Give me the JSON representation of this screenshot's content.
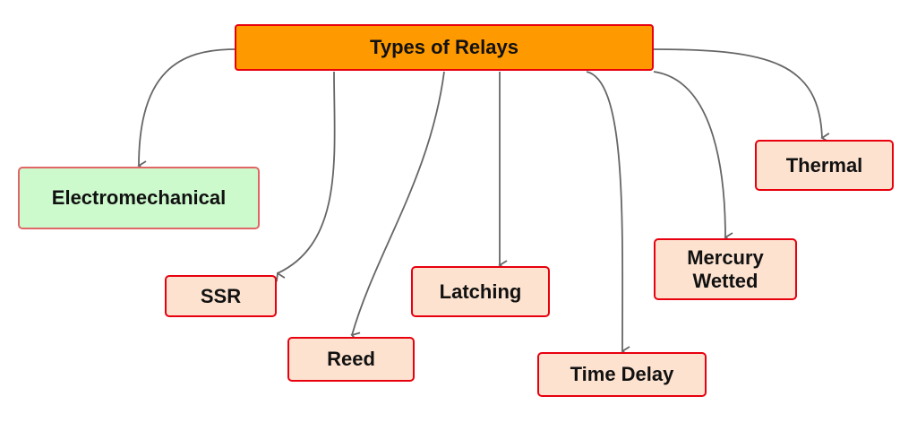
{
  "root": {
    "label": "Types of Relays"
  },
  "nodes": [
    {
      "id": "electromechanical",
      "label": "Electromechanical"
    },
    {
      "id": "ssr",
      "label": "SSR"
    },
    {
      "id": "reed",
      "label": "Reed"
    },
    {
      "id": "latching",
      "label": "Latching"
    },
    {
      "id": "time-delay",
      "label": "Time Delay"
    },
    {
      "id": "mercury-wetted",
      "label": "Mercury\nWetted"
    },
    {
      "id": "thermal",
      "label": "Thermal"
    }
  ],
  "colors": {
    "root_fill": "#ff9900",
    "root_border": "#e8000f",
    "leaf_fill": "#fde2cf",
    "leaf_border": "#e8000f",
    "highlight_fill": "#cdfacd",
    "highlight_border": "#e06666",
    "connector": "#666666"
  }
}
